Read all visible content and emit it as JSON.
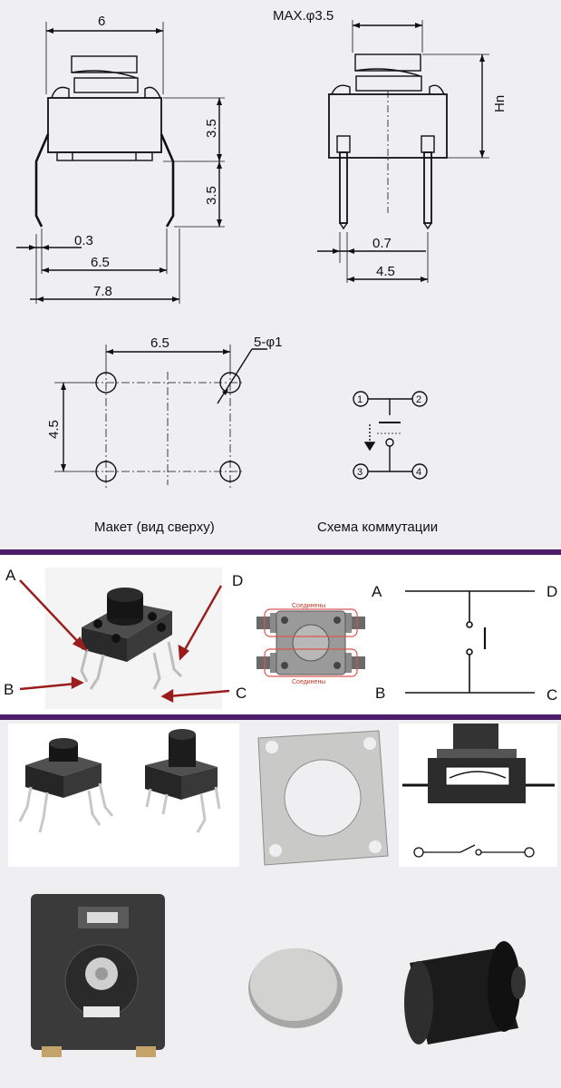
{
  "colors": {
    "divider": "#4b1d6b",
    "arrow": "#9b1c1c",
    "highlight": "#d9534f",
    "drawing_bg": "#efeff2"
  },
  "drawing": {
    "width_6": "6",
    "max_d": "MAX.φ3.5",
    "hn": "Hn",
    "h_3_5_top": "3.5",
    "h_3_5_bottom": "3.5",
    "pin_0_3": "0.3",
    "w_6_5": "6.5",
    "w_7_8": "7.8",
    "pin_0_7": "0.7",
    "w_4_5": "4.5",
    "layout_6_5": "6.5",
    "layout_holes": "5-φ1",
    "layout_4_5": "4.5",
    "caption_layout": "Макет (вид сверху)",
    "caption_schematic": "Схема коммутации",
    "pin_numbers": [
      "1",
      "2",
      "3",
      "4"
    ]
  },
  "pinout": {
    "labels_left": {
      "a": "A",
      "b": "B",
      "c": "C",
      "d": "D"
    },
    "connected_top": "Соединены",
    "connected_bottom": "Соединены",
    "labels_right": {
      "a": "A",
      "b": "B",
      "c": "C",
      "d": "D"
    }
  }
}
